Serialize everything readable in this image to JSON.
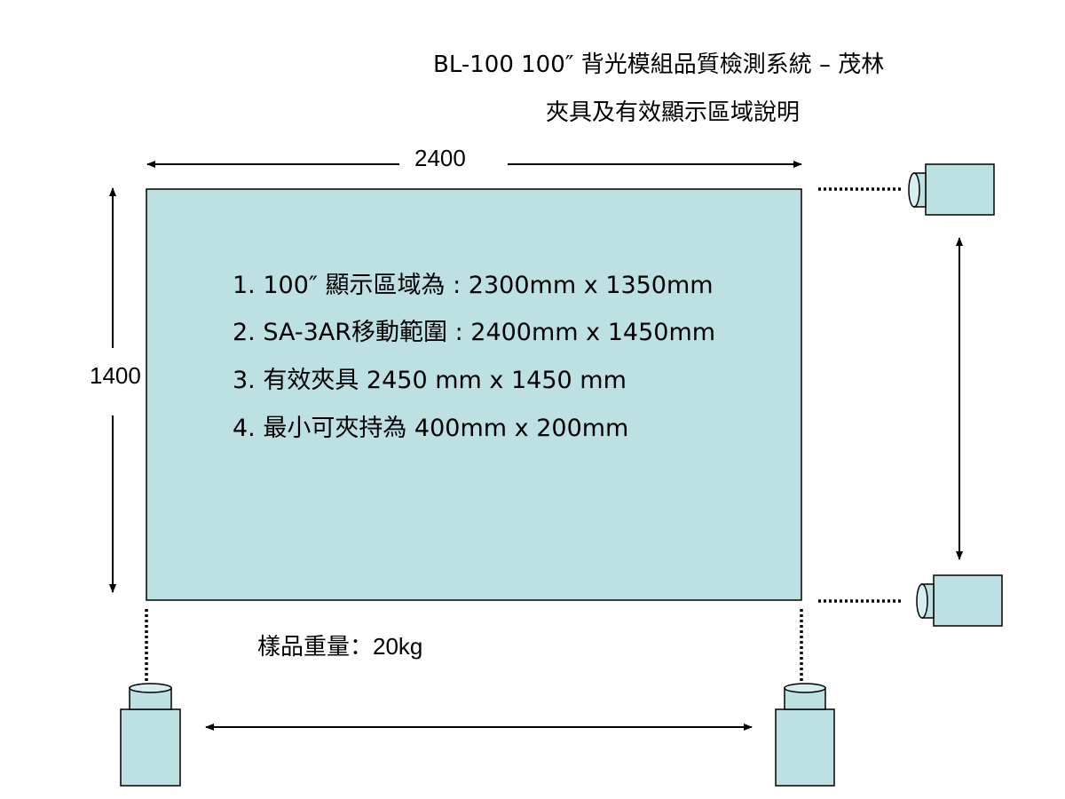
{
  "title": {
    "line1": "BL-100  100″  背光模組品質檢測系統 – 茂林",
    "line2": "夾具及有效顯示區域說明"
  },
  "dimensions": {
    "width": "2400",
    "height": "1400"
  },
  "items": [
    "1.  100″ 顯示區域為 : 2300mm x 1350mm",
    "2.  SA-3AR移動範圍 :  2400mm x 1450mm",
    "3.   有效夾具  2450 mm x 1450 mm",
    "4.   最小可夾持為 400mm x 200mm"
  ],
  "sample_weight": {
    "label": "樣品重量：",
    "value": "20kg"
  },
  "colors": {
    "panel_fill": "#bde0e3",
    "stroke": "#000000"
  }
}
